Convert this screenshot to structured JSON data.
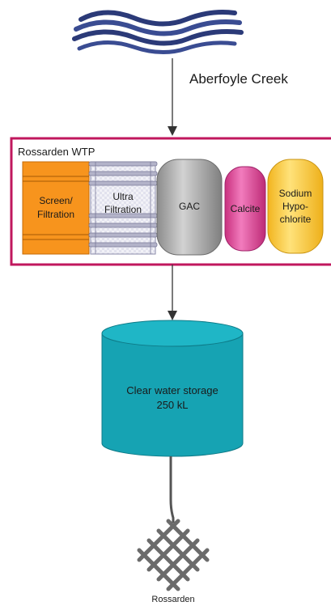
{
  "source": {
    "name": "Aberfoyle Creek"
  },
  "plant": {
    "name": "Rossarden WTP"
  },
  "processes": {
    "screen": [
      "Screen/",
      "Filtration"
    ],
    "ultra": [
      "Ultra",
      "Filtration"
    ],
    "gac": "GAC",
    "calcite": "Calcite",
    "sodium": [
      "Sodium",
      "Hypo-",
      "chlorite"
    ]
  },
  "storage": {
    "label": "Clear water storage",
    "capacity": "250 kL"
  },
  "destination": {
    "name": "Rossarden"
  },
  "colors": {
    "water_waves": "#2b3a78",
    "plant_border": "#c0175d",
    "screen": "#f7941d",
    "ultra_frame": "#9a9ab8",
    "gac": "#a6a6a6",
    "calcite": "#e0489a",
    "sodium": "#ffcc33",
    "tank": "#16a3b3",
    "network": "#6b6b6b"
  }
}
